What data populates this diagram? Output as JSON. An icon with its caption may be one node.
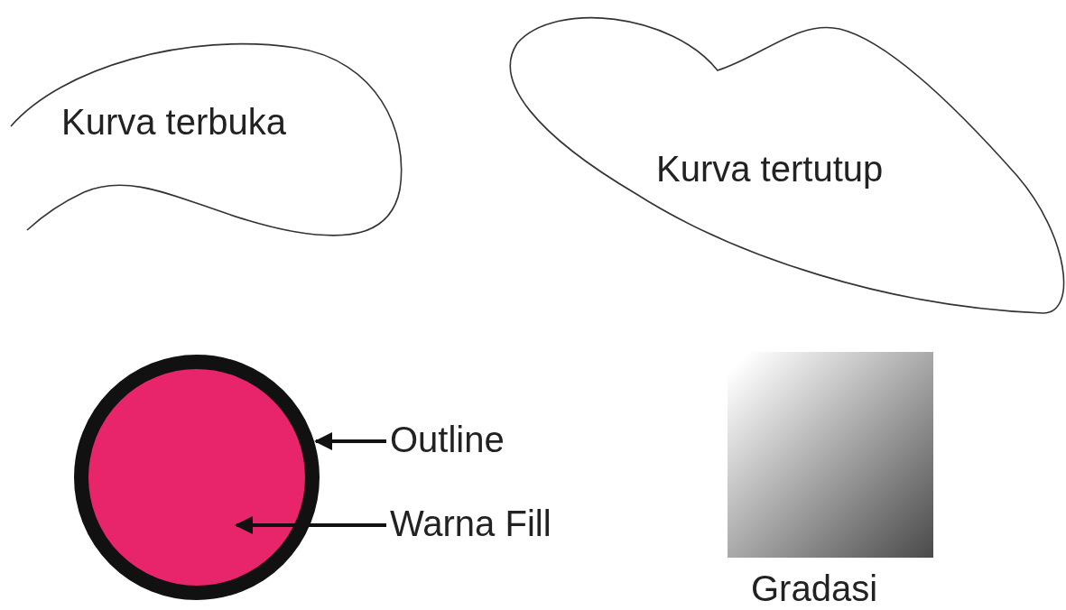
{
  "diagram": {
    "nodes": [
      {
        "text": [
          "Kurva terbuka"
        ]
      },
      {
        "text": [
          "Kurva tertutup"
        ]
      },
      {
        "text": [],
        "shape": "circle"
      },
      {
        "text": [
          "Outline"
        ]
      },
      {
        "text": [
          "Warna Fill"
        ]
      },
      {
        "text": [],
        "shape": "box",
        "beside": [
          "Gradasi"
        ]
      }
    ],
    "edges": [
      {
        "from": 3,
        "to": 2,
        "arrow": "to"
      },
      {
        "from": 4,
        "to": 2,
        "arrow": "to"
      }
    ]
  }
}
